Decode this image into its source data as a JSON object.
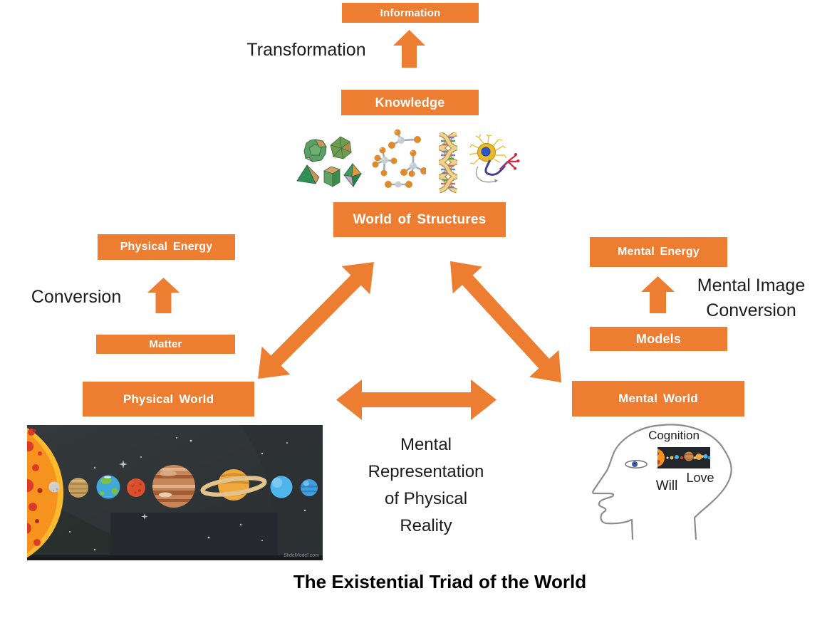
{
  "slide": {
    "title": "The Existential Triad of the World"
  },
  "colors": {
    "accent_orange": "#ED7D31",
    "text_black": "#1c1c1c"
  },
  "boxes": {
    "information": "Information",
    "knowledge": "Knowledge",
    "world_of_structures": "World of Structures",
    "physical_energy": "Physical Energy",
    "matter": "Matter",
    "physical_world": "Physical World",
    "mental_energy": "Mental Energy",
    "models": "Models",
    "mental_world": "Mental World"
  },
  "labels": {
    "transformation": "Transformation",
    "conversion": "Conversion",
    "mental_image_conversion": [
      "Mental Image",
      "Conversion"
    ],
    "mental_representation": [
      "Mental",
      "Representation",
      "of Physical",
      "Reality"
    ],
    "cognition": "Cognition",
    "will": "Will",
    "love": "Love"
  },
  "physical_world_image": {
    "watermark": "SlideModel.com",
    "objects": [
      "Sun",
      "Mercury",
      "Venus",
      "Earth",
      "Mars",
      "Jupiter",
      "Saturn",
      "Uranus",
      "Neptune"
    ]
  },
  "structure_icons": [
    {
      "name": "polyhedra-icon"
    },
    {
      "name": "molecules-icon"
    },
    {
      "name": "dna-helix-icon"
    },
    {
      "name": "neuron-icon"
    }
  ]
}
